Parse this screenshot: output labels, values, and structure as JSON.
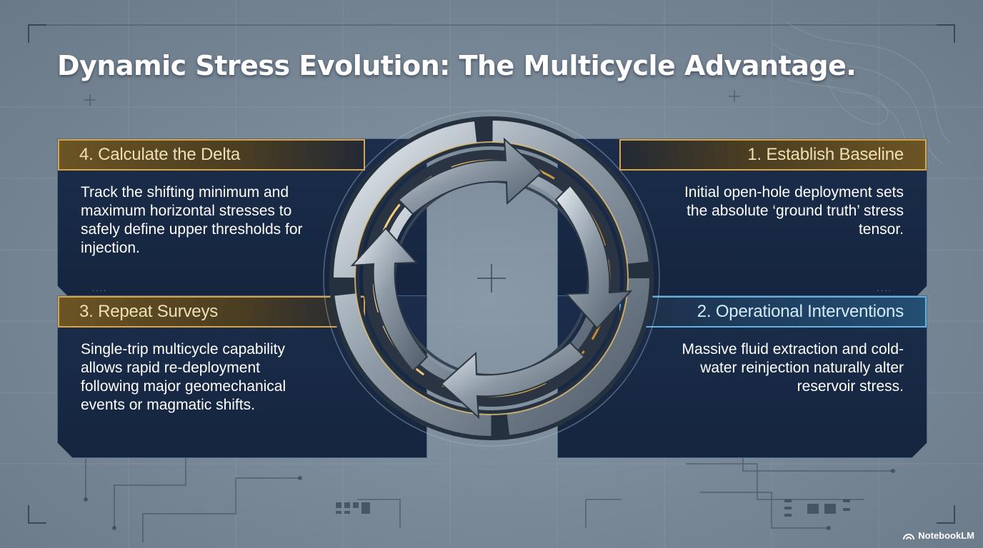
{
  "title": "Dynamic Stress Evolution: The Multicycle Advantage.",
  "steps": [
    {
      "label": "4. Calculate the Delta",
      "text": "Track the shifting minimum and maximum horizontal stresses to safely define upper thresholds for injection.",
      "accent": "#d9a441"
    },
    {
      "label": "1. Establish Baseline",
      "text": "Initial open-hole deployment sets the absolute ‘ground truth’ stress tensor.",
      "accent": "#d9a441"
    },
    {
      "label": "3. Repeat Surveys",
      "text": "Single-trip multicycle capability allows rapid re-deployment following major geomechanical events or magmatic shifts.",
      "accent": "#d9a441"
    },
    {
      "label": "2. Operational Interventions",
      "text": "Massive fluid extraction and cold-water reinjection naturally alter reservoir stress.",
      "accent": "#5fb3df"
    }
  ],
  "panel_dots": "....",
  "brand": {
    "name": "NotebookLM",
    "icon": "notebooklm-logo-icon"
  },
  "colors": {
    "gold": "#d9a441",
    "blue": "#5fb3df",
    "panel": "#182a47",
    "background": "#7b8a99"
  }
}
